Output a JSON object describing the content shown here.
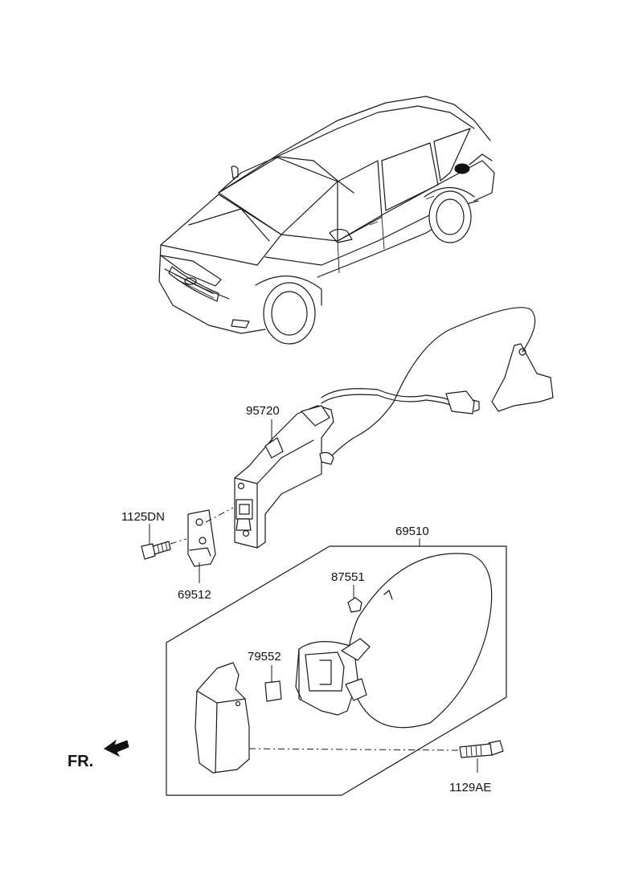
{
  "direction_label": "FR.",
  "parts": {
    "p95720": "95720",
    "p1125DN": "1125DN",
    "p69512": "69512",
    "p69510": "69510",
    "p87551": "87551",
    "p79552": "79552",
    "p1129AE": "1129AE"
  }
}
